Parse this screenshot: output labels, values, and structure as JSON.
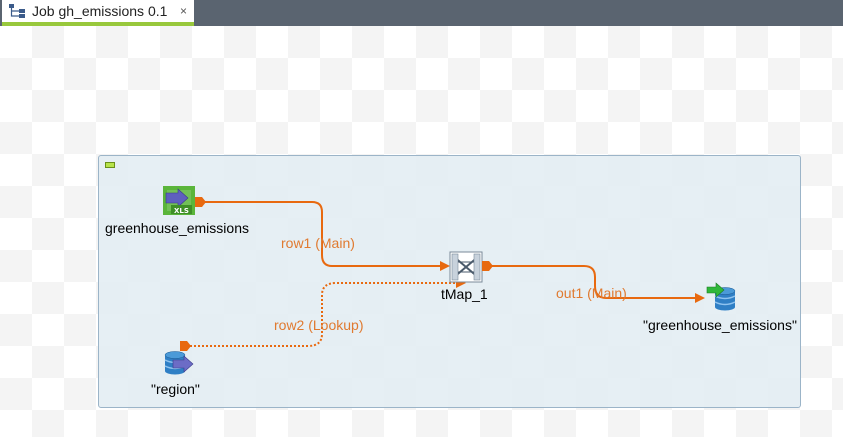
{
  "tab": {
    "title": "Job gh_emissions 0.1",
    "close_glyph": "×",
    "icon": "job-icon"
  },
  "components": {
    "input": {
      "label": "greenhouse_emissions",
      "icon": "excel-input-icon"
    },
    "lookup": {
      "label": "\"region\"",
      "icon": "database-input-icon"
    },
    "map": {
      "label": "tMap_1",
      "icon": "tmap-icon"
    },
    "output": {
      "label": "\"greenhouse_emissions\"",
      "icon": "database-output-icon"
    }
  },
  "connections": {
    "row1": "row1 (Main)",
    "row2": "row2 (Lookup)",
    "out1": "out1 (Main)"
  },
  "colors": {
    "connection": "#e8690f",
    "connection_label": "#e07a30",
    "subjob_bg": "#e2ecf2",
    "tab_accent": "#98c83c"
  }
}
